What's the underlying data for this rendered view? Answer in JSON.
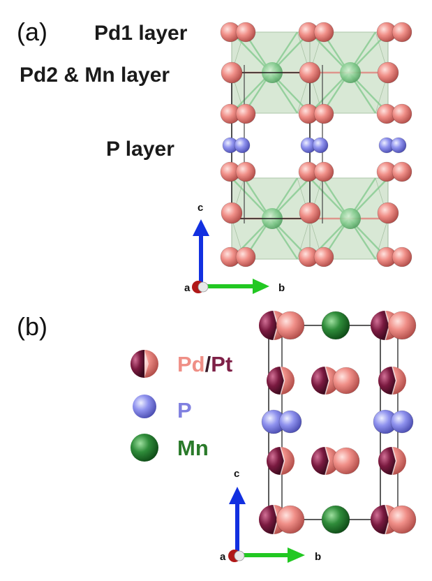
{
  "panels": {
    "a": {
      "label": "(a)",
      "layers": [
        "Pd1 layer",
        "Pd2 & Mn layer",
        "P layer"
      ],
      "axes": {
        "origin": "a",
        "up": "c",
        "right": "b"
      }
    },
    "b": {
      "label": "(b)",
      "legend": [
        {
          "parts": [
            {
              "text": "Pd",
              "color": "#ef8f86"
            },
            {
              "text": "/",
              "color": "#3a1a28"
            },
            {
              "text": "Pt",
              "color": "#7e2047"
            }
          ]
        },
        {
          "parts": [
            {
              "text": "P",
              "color": "#8080e0"
            }
          ]
        },
        {
          "parts": [
            {
              "text": "Mn",
              "color": "#2a7a2a"
            }
          ]
        }
      ],
      "axes": {
        "origin": "a",
        "up": "c",
        "right": "b"
      }
    }
  },
  "colors": {
    "pd": "#f09a92",
    "pt": "#7a1a40",
    "p": "#8a8cee",
    "mn": "#2e8c3a",
    "octahedron": "#b9d6b6",
    "axis_c": "#1230e0",
    "axis_b": "#22c822",
    "axis_a": "#b01818"
  }
}
